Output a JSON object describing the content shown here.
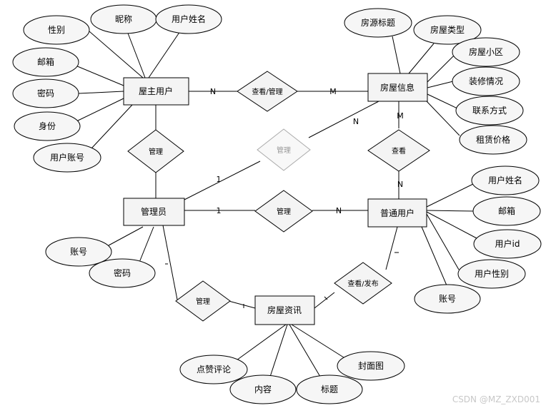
{
  "entities": {
    "owner": "屋主用户",
    "house": "房屋信息",
    "admin": "管理员",
    "user": "普通用户",
    "news": "房屋资讯"
  },
  "relationships": {
    "view_manage": "查看/管理",
    "manage_owner": "管理",
    "manage_house": "管理",
    "view": "查看",
    "manage_user": "管理",
    "manage_news": "管理",
    "view_publish": "查看/发布"
  },
  "attributes": {
    "owner": [
      "性别",
      "昵称",
      "用户姓名",
      "邮箱",
      "密码",
      "身份",
      "用户账号"
    ],
    "house": [
      "房源标题",
      "房屋类型",
      "房屋小区",
      "装修情况",
      "联系方式",
      "租赁价格"
    ],
    "admin": [
      "账号",
      "密码"
    ],
    "user": [
      "用户姓名",
      "邮箱",
      "用户id",
      "用户性别",
      "账号"
    ],
    "news": [
      "点赞评论",
      "内容",
      "标题",
      "封面图"
    ]
  },
  "cardinalities": {
    "owner_side": "N",
    "house_side": "M",
    "admin_house_admin": "1",
    "admin_house_house": "N",
    "house_view": "M",
    "user_view": "N",
    "admin_user_admin": "1",
    "admin_user_user": "N"
  },
  "watermark": "CSDN @MZ_ZXD001"
}
